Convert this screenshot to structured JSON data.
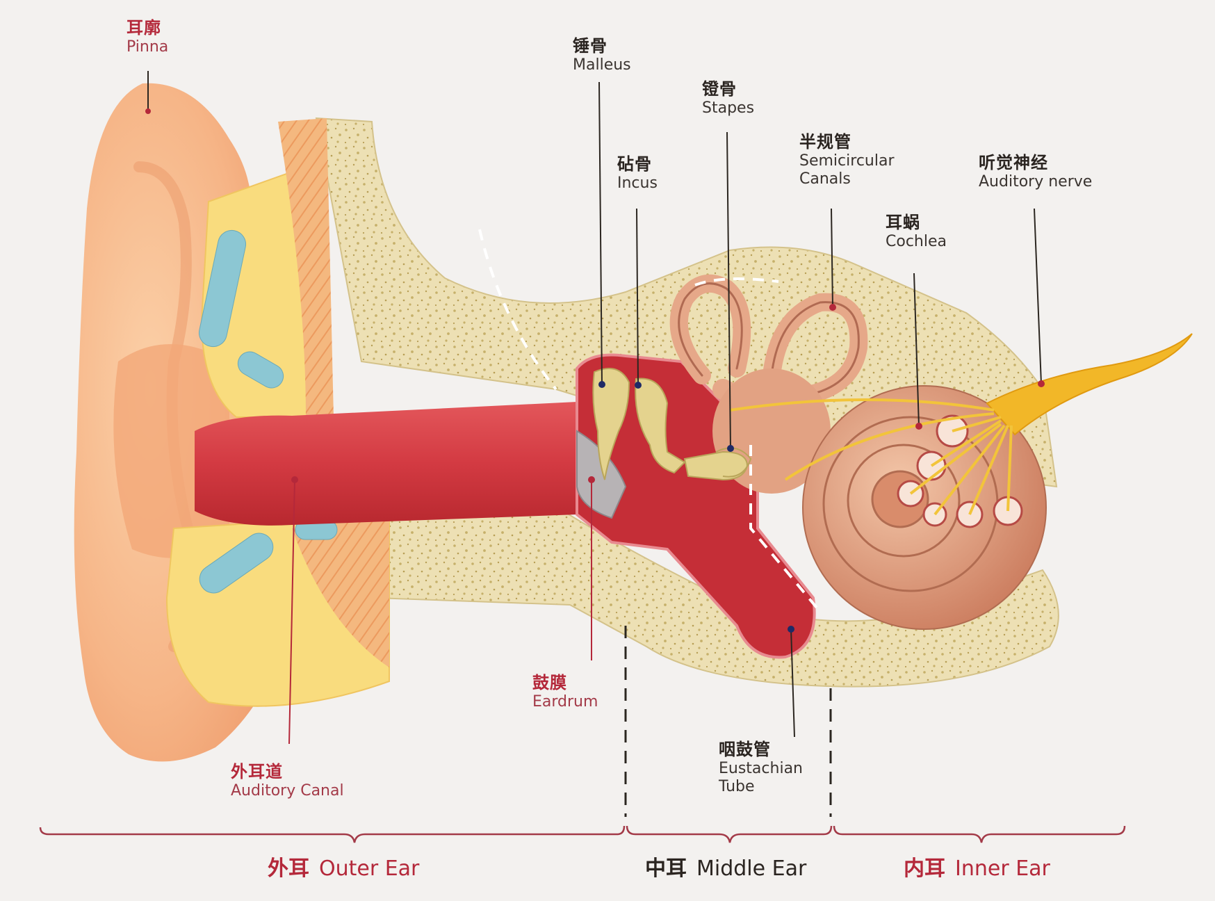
{
  "colors": {
    "background": "#f3f1ef",
    "skin": "#f6b587",
    "cartilage": "#f9dc7e",
    "bone": "#ede0b4",
    "bone_dots": "#c6b06a",
    "canal": "#d9454a",
    "cartilage_blue": "#8cc7d3",
    "cochlea": "#e5a584",
    "nerve": "#f2b728",
    "ossicle": "#e4d38e",
    "leader_dark": "#2b2620",
    "leader_red": "#b4283a"
  },
  "labels": {
    "pinna": {
      "zh": "耳廓",
      "en": "Pinna"
    },
    "malleus": {
      "zh": "锤骨",
      "en": "Malleus"
    },
    "stapes": {
      "zh": "镫骨",
      "en": "Stapes"
    },
    "incus": {
      "zh": "砧骨",
      "en": "Incus"
    },
    "semicircular": {
      "zh": "半规管",
      "en_line1": "Semicircular",
      "en_line2": "Canals"
    },
    "nerve": {
      "zh": "听觉神经",
      "en": "Auditory nerve"
    },
    "cochlea": {
      "zh": "耳蜗",
      "en": "Cochlea"
    },
    "eardrum": {
      "zh": "鼓膜",
      "en": "Eardrum"
    },
    "eustachian": {
      "zh": "咽鼓管",
      "en_line1": "Eustachian",
      "en_line2": "Tube"
    },
    "canal": {
      "zh": "外耳道",
      "en": "Auditory Canal"
    }
  },
  "sections": {
    "outer": {
      "zh": "外耳",
      "en": "Outer Ear"
    },
    "middle": {
      "zh": "中耳",
      "en": "Middle Ear"
    },
    "inner": {
      "zh": "内耳",
      "en": "Inner Ear"
    }
  }
}
